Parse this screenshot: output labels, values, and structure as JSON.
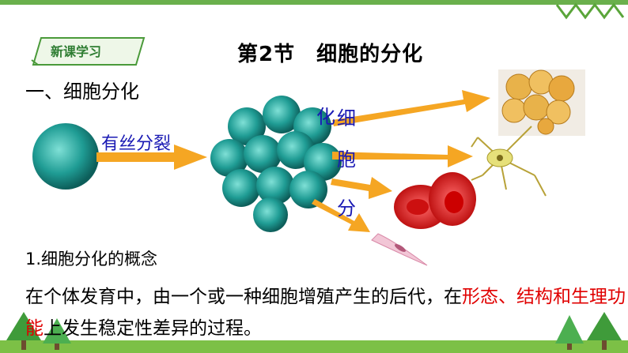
{
  "badge": {
    "label": "新课学习"
  },
  "title": "第2节　细胞的分化",
  "heading": "一、细胞分化",
  "diagram": {
    "mitosis_label": "有丝分裂",
    "vertical_chars": [
      "细",
      "胞",
      "分",
      "化"
    ]
  },
  "concept_title": "1.细胞分化的概念",
  "definition": {
    "part1": "在个体发育中，由一个或一种细胞增殖产生的后代，在",
    "highlight1": "形态、",
    "highlight2": "结构和生理功能",
    "part2": "上发生稳定性差异的过程。"
  },
  "colors": {
    "accent_green": "#6ab04c",
    "label_blue": "#1a1ab4",
    "highlight_red": "#e00000",
    "arrow_orange": "#f5a623",
    "cell_teal": "#1f9c94"
  }
}
